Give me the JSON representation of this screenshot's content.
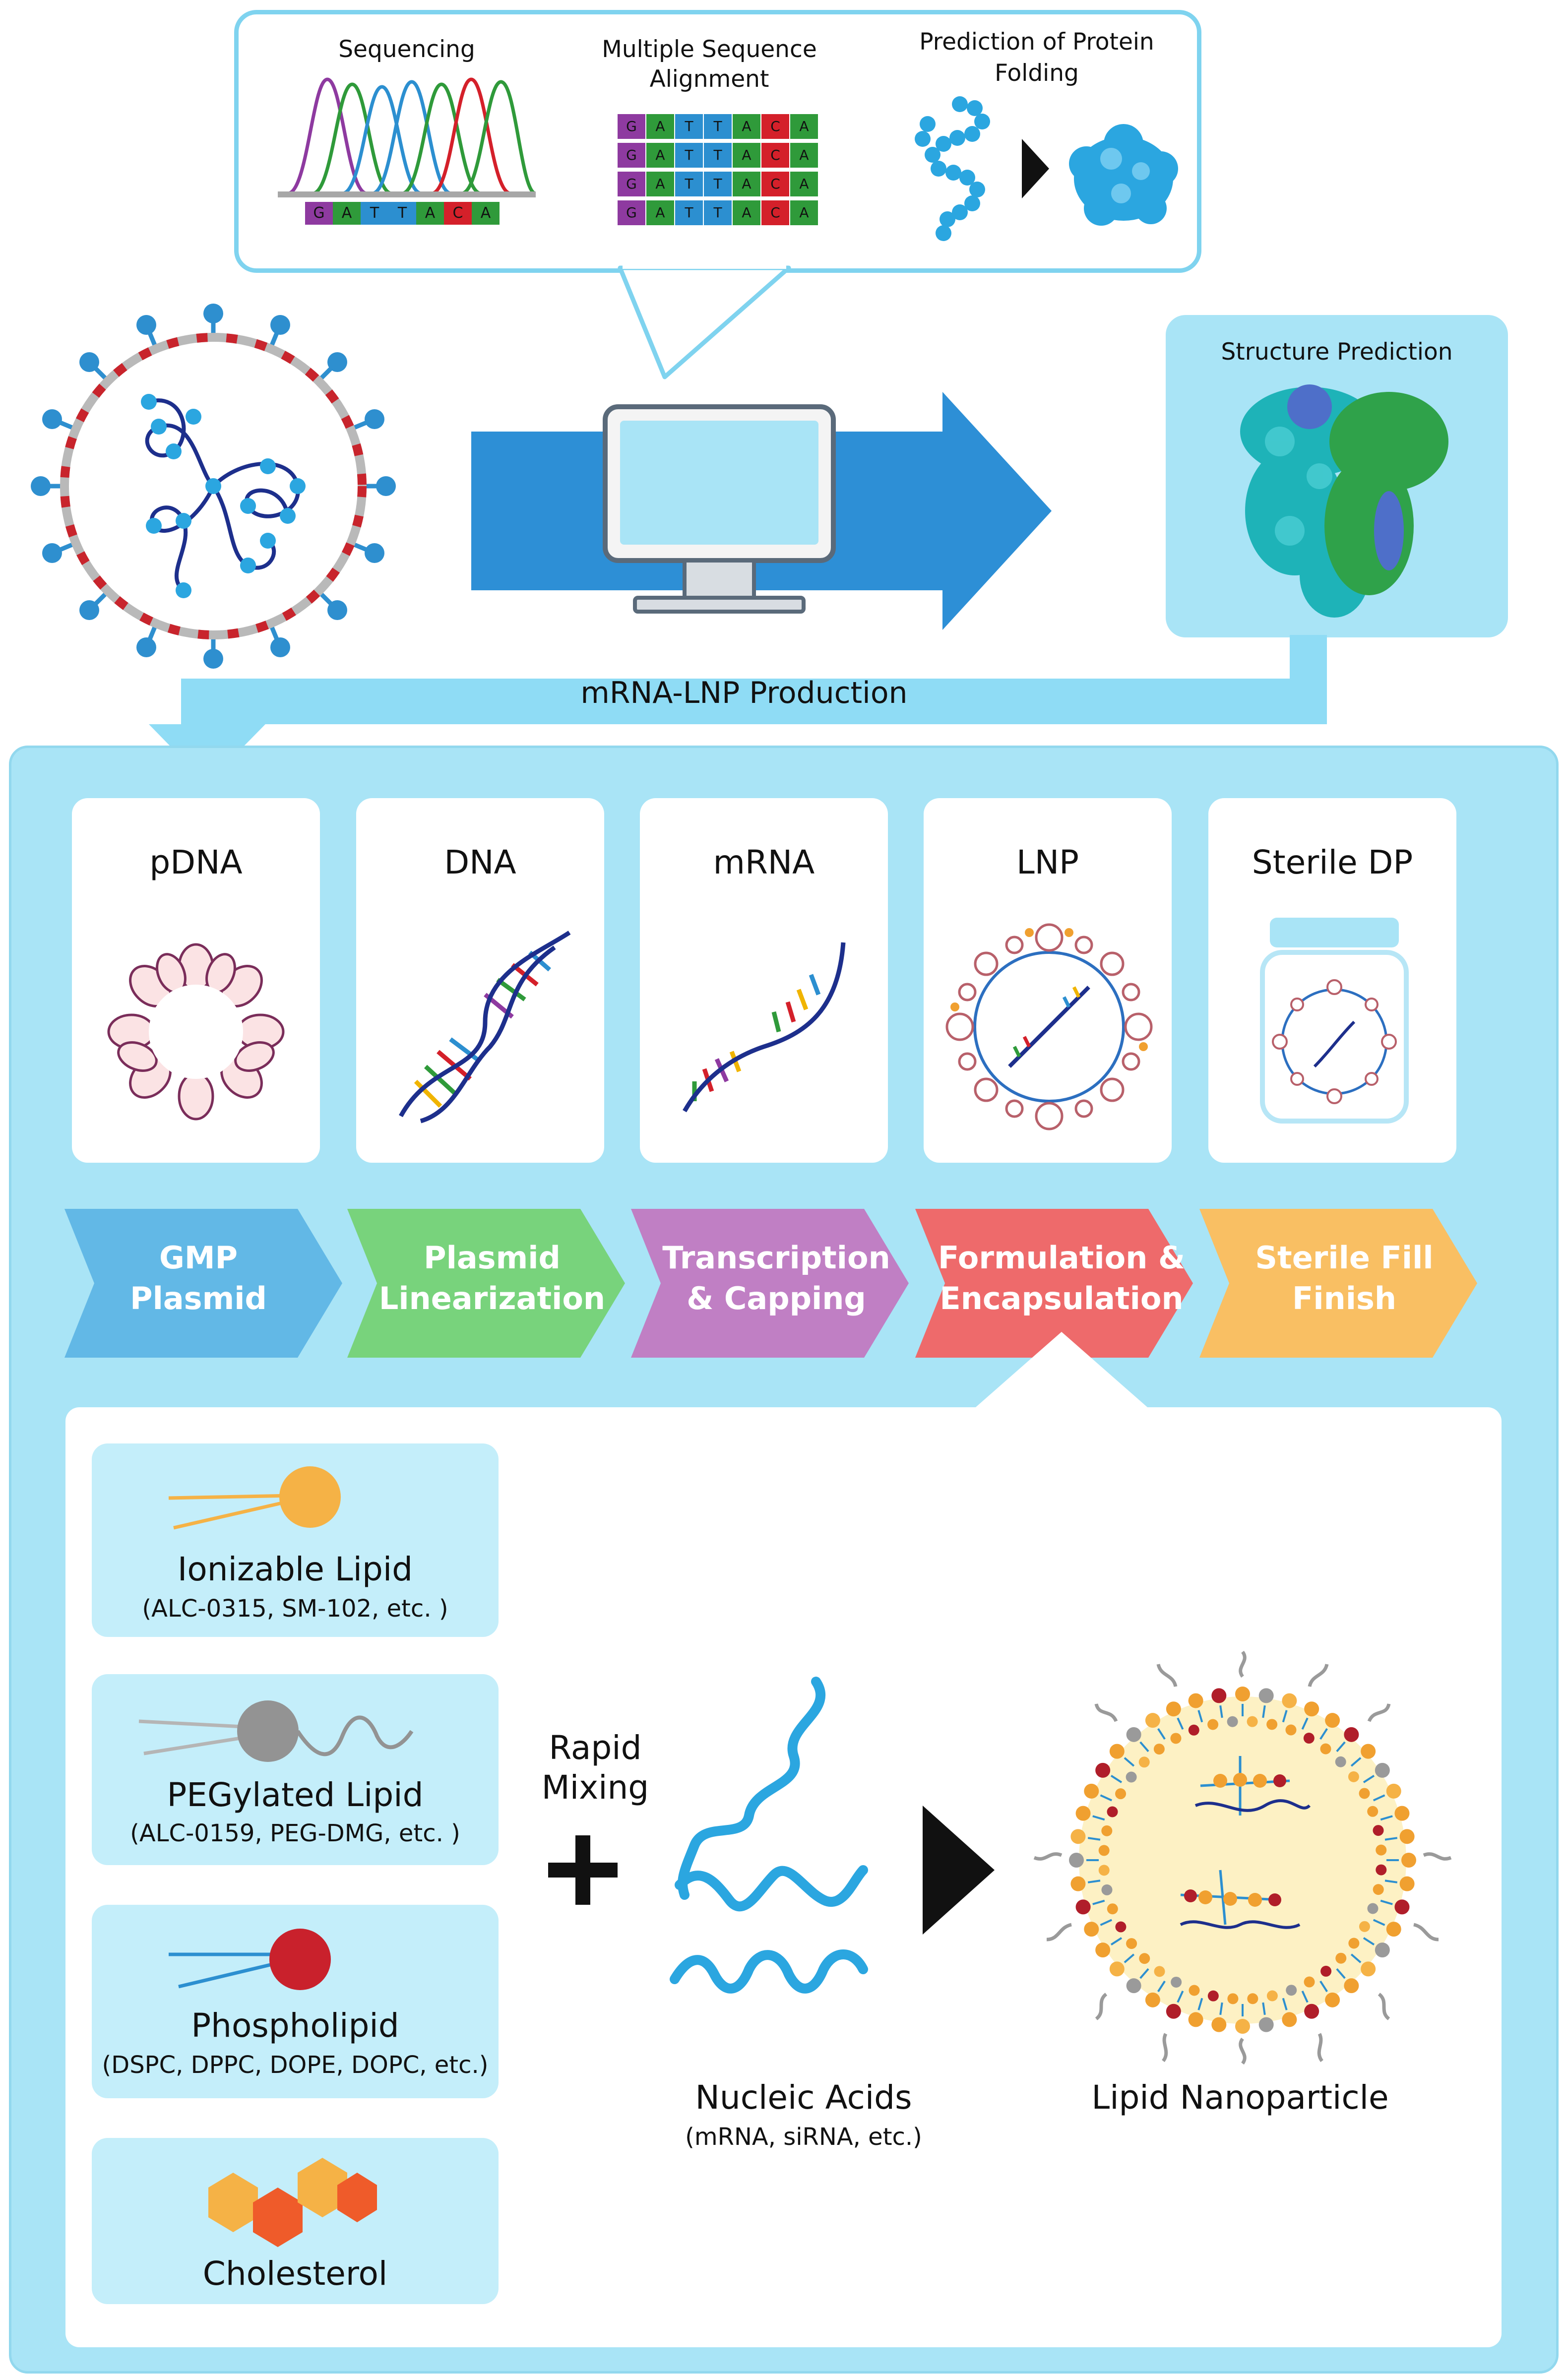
{
  "top_callout": {
    "sequencing": "Sequencing",
    "msa": [
      "Multiple Sequence",
      "Alignment"
    ],
    "folding": [
      "Prediction of Protein",
      "Folding"
    ],
    "bases": [
      "G",
      "A",
      "T",
      "T",
      "A",
      "C",
      "A"
    ],
    "base_colors": {
      "G": "#8e3aa0",
      "A": "#2f9a3a",
      "T": "#2c8fd0",
      "C": "#d4202a"
    }
  },
  "structure_prediction": "Structure Prediction",
  "production_arrow_label": "mRNA-LNP Production",
  "cards": [
    {
      "title": "pDNA"
    },
    {
      "title": "DNA"
    },
    {
      "title": "mRNA"
    },
    {
      "title": "LNP"
    },
    {
      "title": "Sterile DP"
    }
  ],
  "steps": [
    {
      "label": "GMP\nPlasmid",
      "color": "#62b8e6"
    },
    {
      "label": "Plasmid\nLinearization",
      "color": "#78d37c"
    },
    {
      "label": "Transcription\n& Capping",
      "color": "#c07fc4"
    },
    {
      "label": "Formulation &\nEncapsulation",
      "color": "#ee6a6b"
    },
    {
      "label": "Sterile Fill\nFinish",
      "color": "#f9bf63"
    }
  ],
  "components": [
    {
      "name": "Ionizable Lipid",
      "examples": "(ALC-0315, SM-102, etc. )"
    },
    {
      "name": "PEGylated Lipid",
      "examples": "(ALC-0159, PEG-DMG, etc. )"
    },
    {
      "name": "Phospholipid",
      "examples": "(DSPC, DPPC, DOPE, DOPC, etc.)"
    },
    {
      "name": "Cholesterol",
      "examples": ""
    }
  ],
  "rapid_mixing": [
    "Rapid",
    "Mixing"
  ],
  "nucleic_acids": {
    "name": "Nucleic Acids",
    "examples": "(mRNA, siRNA, etc.)"
  },
  "lipid_nanoparticle": "Lipid Nanoparticle",
  "colors": {
    "light_blue": "#a9e4f6",
    "arrow_blue": "#2d8fd6",
    "callout_border": "#7fd3ef"
  }
}
